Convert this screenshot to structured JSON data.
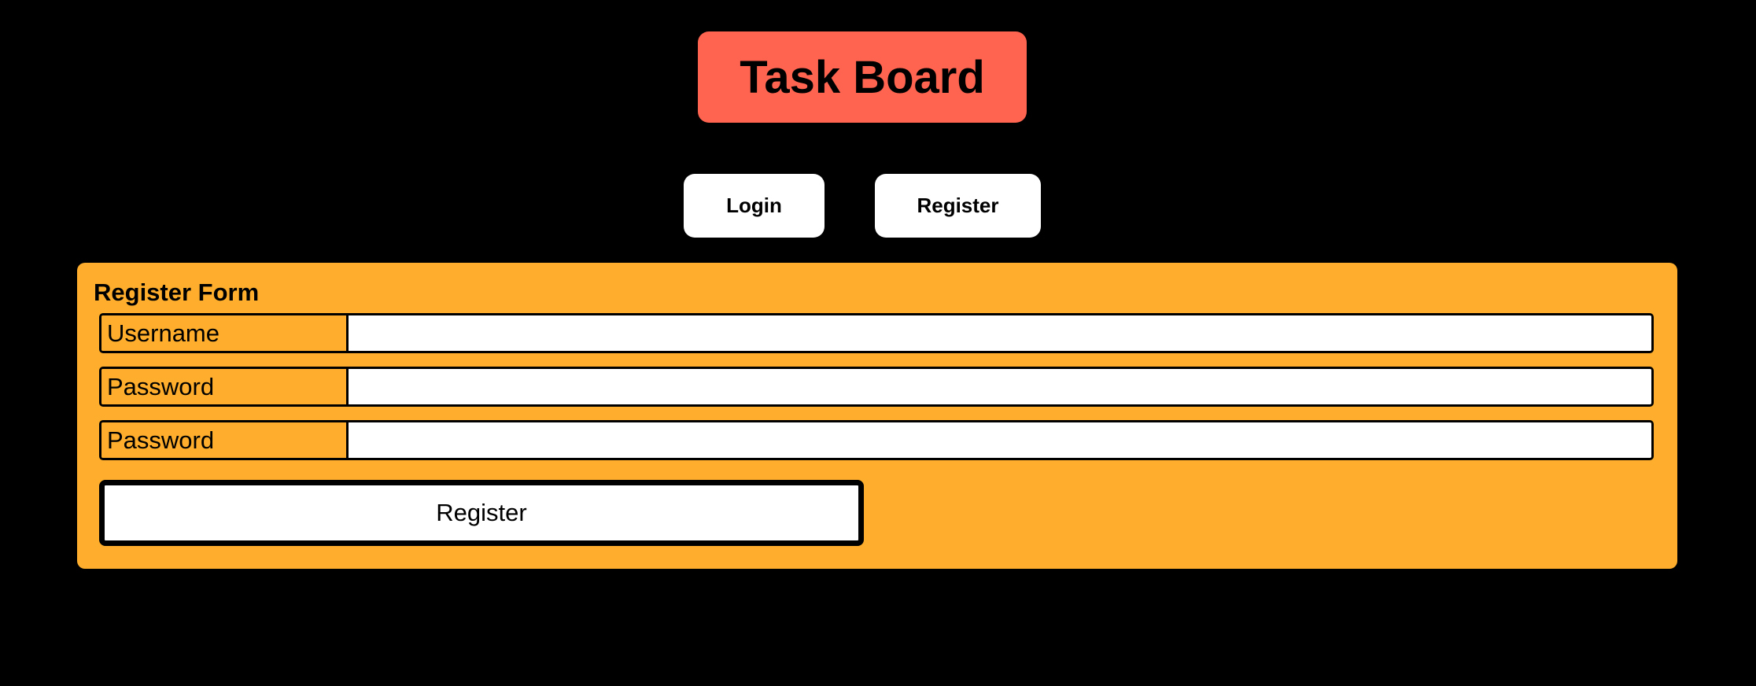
{
  "app": {
    "title": "Task Board"
  },
  "nav": {
    "login_label": "Login",
    "register_label": "Register"
  },
  "register_form": {
    "title": "Register Form",
    "fields": [
      {
        "label": "Username",
        "value": "",
        "placeholder": ""
      },
      {
        "label": "Password",
        "value": "",
        "placeholder": ""
      },
      {
        "label": "Password",
        "value": "",
        "placeholder": ""
      }
    ],
    "submit_label": "Register"
  },
  "colors": {
    "page_background": "#000000",
    "title_background": "#ff6450",
    "form_background": "#feae2c",
    "button_background": "#ffffff",
    "text": "#000000"
  }
}
